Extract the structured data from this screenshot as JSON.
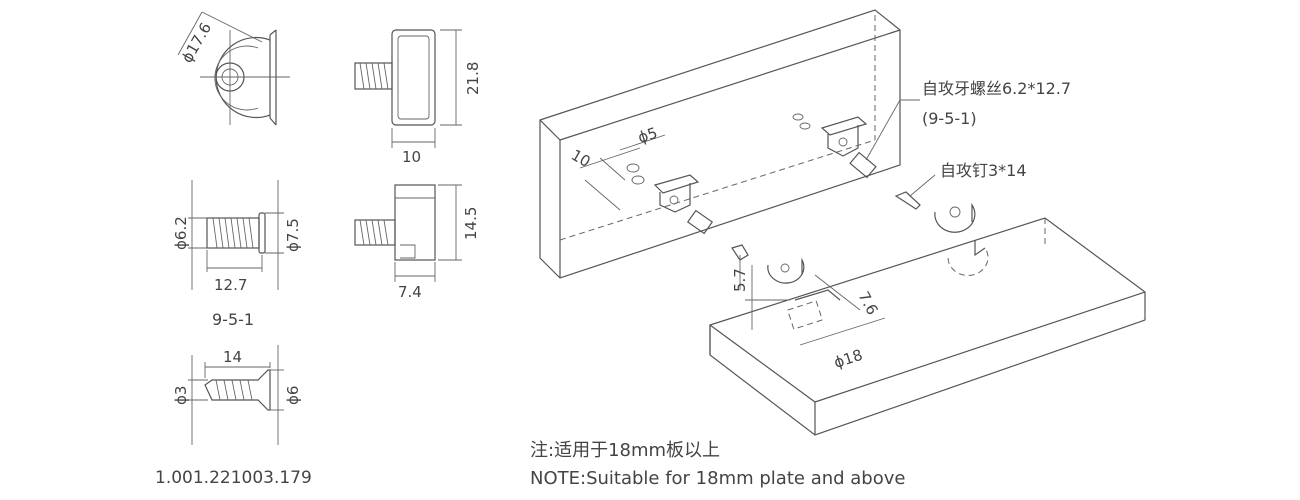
{
  "dimensions": {
    "d17_6": "ϕ17.6",
    "d21_8": "21.8",
    "d10": "10",
    "d6_2": "ϕ6.2",
    "d7_5": "ϕ7.5",
    "d12_7": "12.7",
    "d14_5": "14.5",
    "d7_4": "7.4",
    "d14": "14",
    "d3": "ϕ3",
    "d6": "ϕ6",
    "d10_iso": "10",
    "d5_iso": "ϕ5",
    "d5_7": "5.7",
    "d7_6": "7.6",
    "d18": "ϕ18"
  },
  "labels": {
    "screw_model": "9-5-1",
    "callout_screw": "自攻牙螺丝6.2*12.7",
    "callout_screw_model": "(9-5-1)",
    "callout_nail": "自攻钉3*14"
  },
  "notes": {
    "cn": "注:适用于18mm板以上",
    "en": "NOTE:Suitable for 18mm plate and above"
  },
  "part_number": "1.001.221003.179"
}
